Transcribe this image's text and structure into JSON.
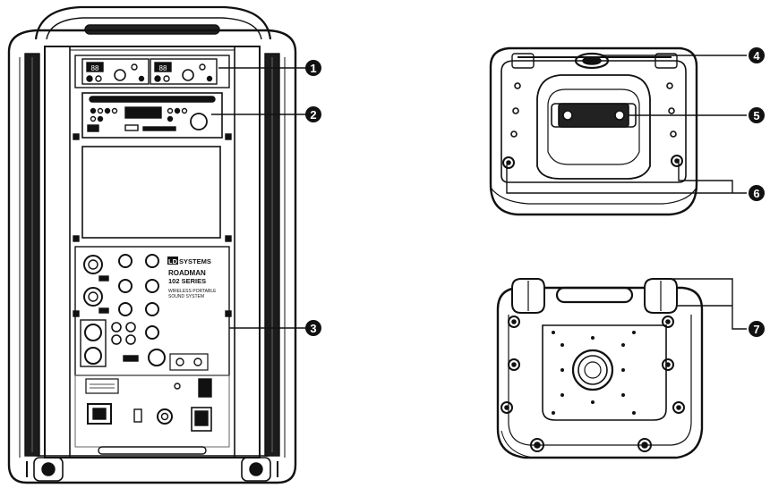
{
  "panel": {
    "brand_badge": "LD",
    "brand_word": "SYSTEMS",
    "model": "ROADMAN",
    "series": "102 SERIES",
    "subtitle_line1": "WIRELESS PORTABLE",
    "subtitle_line2": "SOUND SYSTEM",
    "display_digits": "88"
  },
  "callouts": [
    "1",
    "2",
    "3",
    "4",
    "5",
    "6",
    "7"
  ]
}
